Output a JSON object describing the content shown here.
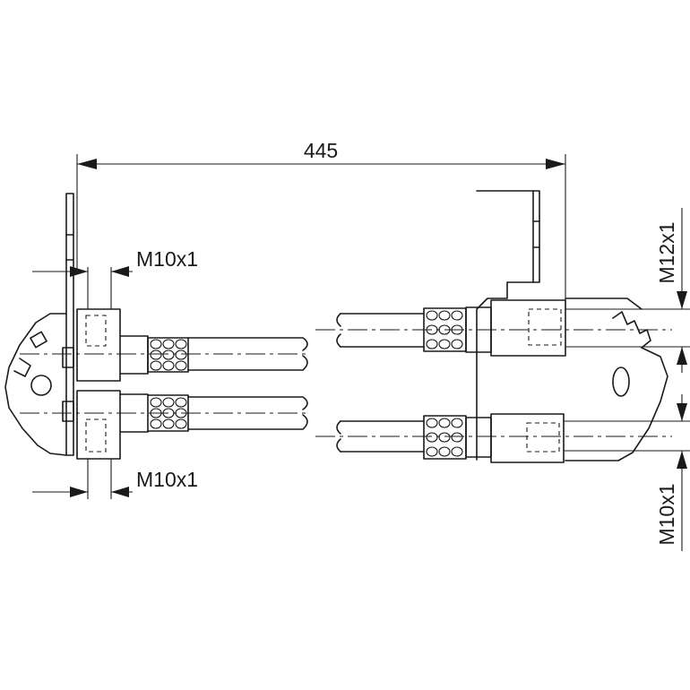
{
  "dimensions": {
    "overall_length": "445",
    "left_top_thread": "M10x1",
    "left_bottom_thread": "M10x1",
    "right_top_thread": "M12x1",
    "right_bottom_thread": "M10x1"
  },
  "colors": {
    "line": "#1a1a1a",
    "background": "#ffffff"
  }
}
